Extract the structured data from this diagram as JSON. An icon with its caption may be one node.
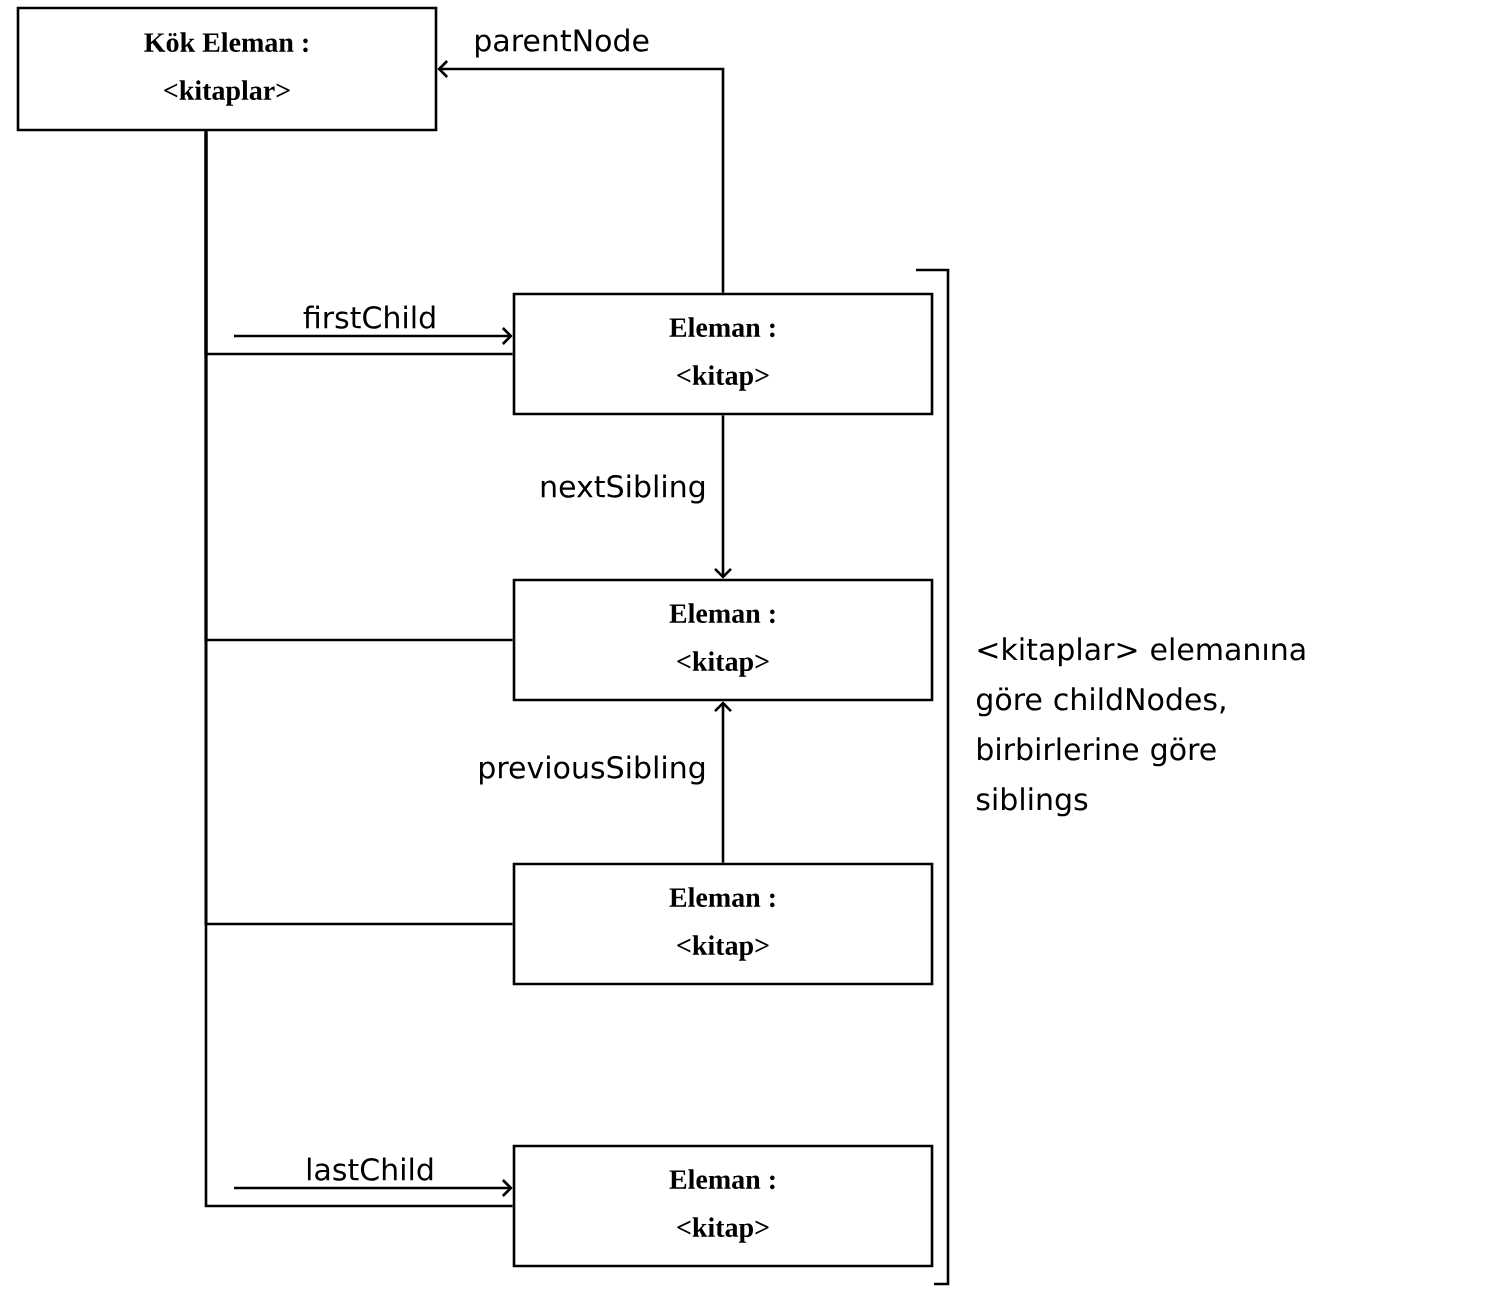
{
  "diagram": {
    "nodes": [
      {
        "text": [
          "Kök Eleman :",
          "<kitaplar>"
        ]
      },
      {
        "text": [
          "Eleman :",
          "<kitap>"
        ]
      },
      {
        "text": [
          "Eleman :",
          "<kitap>"
        ]
      },
      {
        "text": [
          "Eleman :",
          "<kitap>"
        ]
      },
      {
        "text": [
          "Eleman :",
          "<kitap>"
        ]
      }
    ],
    "edges": [
      {
        "from": 0,
        "to": 1,
        "arrow": "none"
      },
      {
        "from": 0,
        "to": 2,
        "arrow": "none"
      },
      {
        "from": 0,
        "to": 3,
        "arrow": "none"
      },
      {
        "from": 0,
        "to": 4,
        "arrow": "none"
      },
      {
        "from": null,
        "to": 1,
        "arrow": "to",
        "label": "firstChild"
      },
      {
        "from": null,
        "to": 4,
        "arrow": "to",
        "label": "lastChild"
      },
      {
        "from": 1,
        "to": 0,
        "arrow": "to",
        "label": "parentNode"
      },
      {
        "from": 1,
        "to": 2,
        "arrow": "to",
        "label": "nextSibling"
      },
      {
        "from": 3,
        "to": 2,
        "arrow": "to",
        "label": "previousSibling"
      }
    ],
    "labels": [
      "<kitaplar> elemanına göre childNodes, birbirlerine göre siblings"
    ]
  }
}
